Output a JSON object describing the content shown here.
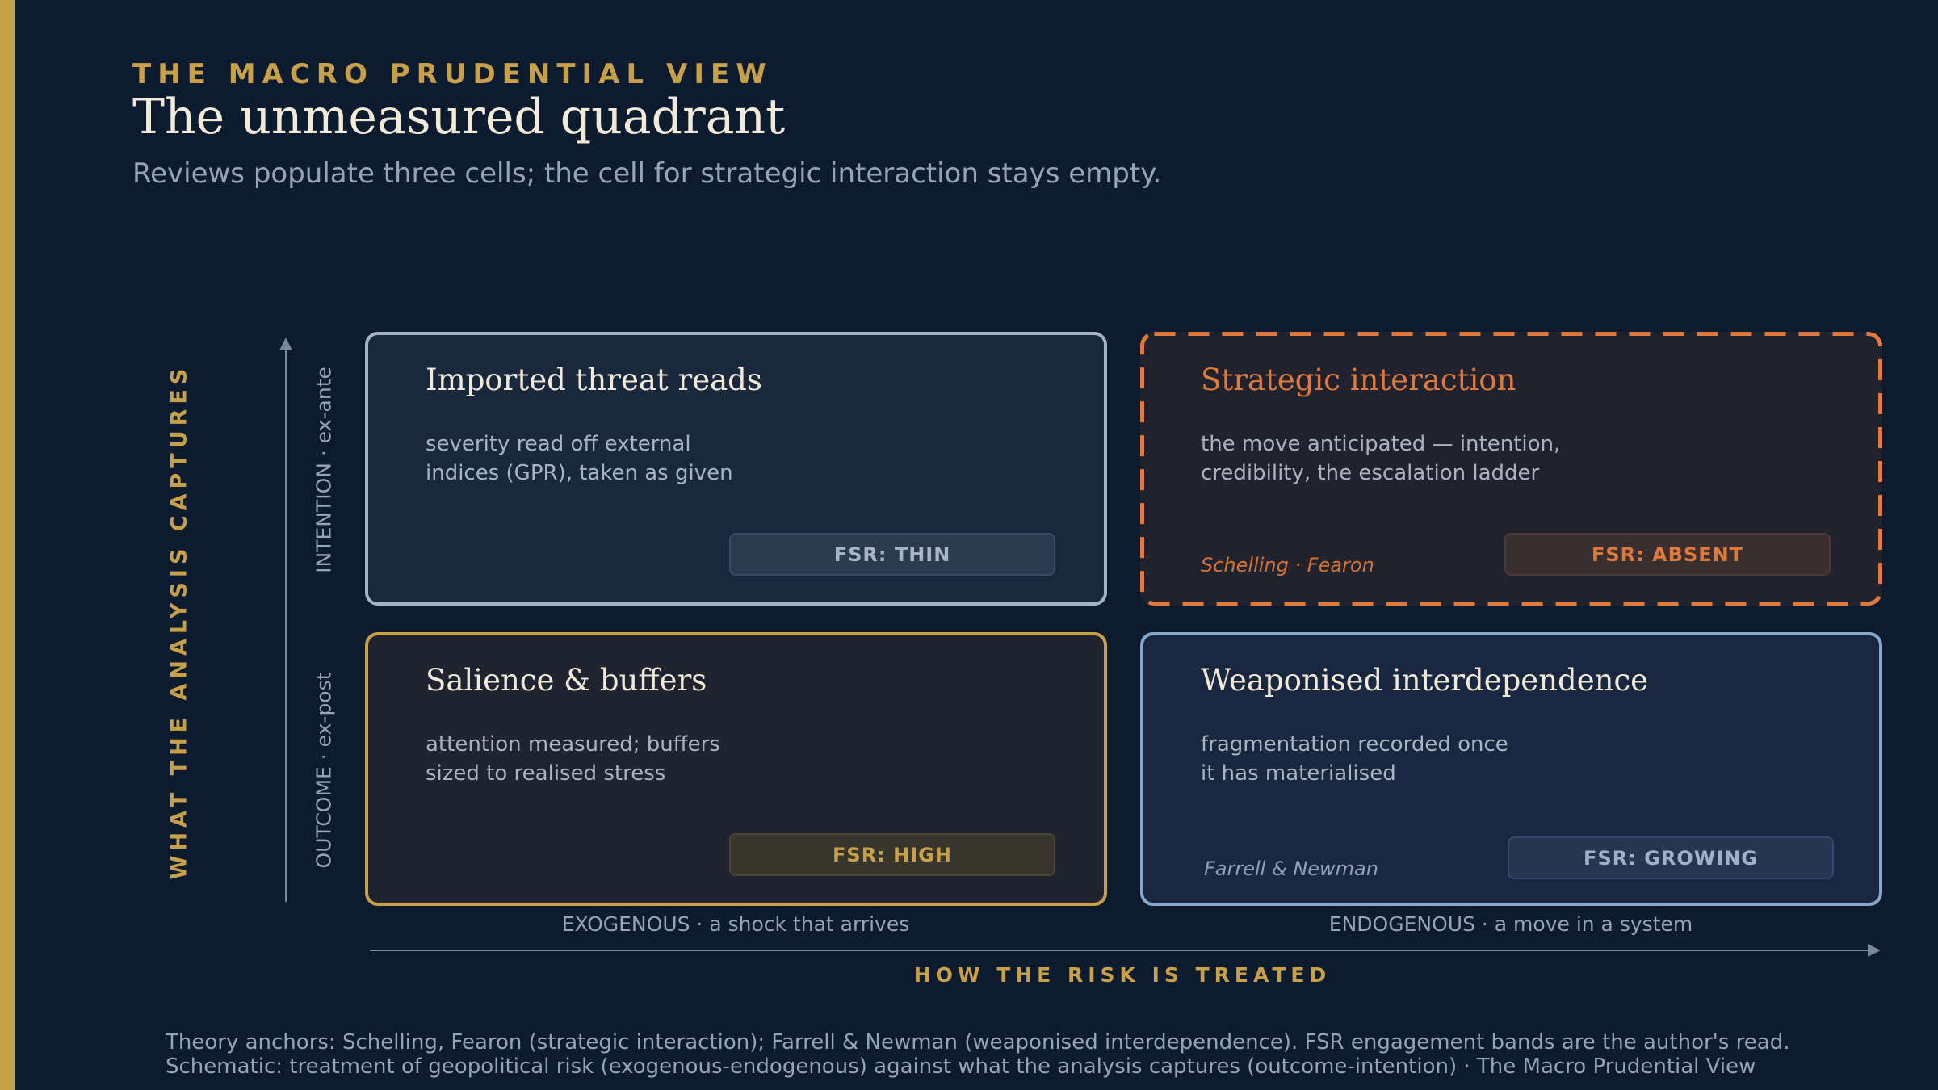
{
  "header": {
    "eyebrow": "THE MACRO PRUDENTIAL VIEW",
    "title": "The unmeasured quadrant",
    "subtitle": "Reviews populate three cells; the cell for strategic interaction stays empty."
  },
  "y_axis": {
    "title": "WHAT THE ANALYSIS CAPTURES",
    "top_label": "INTENTION · ex-ante",
    "bottom_label": "OUTCOME · ex-post"
  },
  "x_axis": {
    "title": "HOW THE RISK IS TREATED",
    "left_label": "EXOGENOUS · a shock that arrives",
    "right_label": "ENDOGENOUS · a move in a system"
  },
  "quadrants": {
    "top_left": {
      "title": "Imported threat reads",
      "body_line1": "severity read off external",
      "body_line2": "indices (GPR), taken as given",
      "badge": "FSR: THIN"
    },
    "top_right": {
      "title": "Strategic interaction",
      "body_line1": "the move anticipated — intention,",
      "body_line2": "credibility, the escalation ladder",
      "cite": "Schelling · Fearon",
      "badge": "FSR: ABSENT"
    },
    "bottom_left": {
      "title": "Salience & buffers",
      "body_line1": "attention measured; buffers",
      "body_line2": "sized to realised stress",
      "badge": "FSR: HIGH"
    },
    "bottom_right": {
      "title": "Weaponised interdependence",
      "body_line1": "fragmentation recorded once",
      "body_line2": "it has materialised",
      "cite": "Farrell & Newman",
      "badge": "FSR: GROWING"
    }
  },
  "footer": {
    "line1": "Theory anchors: Schelling, Fearon (strategic interaction); Farrell & Newman (weaponised interdependence). FSR engagement bands are the author's read.",
    "line2": "Schematic: treatment of geopolitical risk (exogenous-endogenous) against what the analysis captures (outcome-intention)  ·  The Macro Prudential View"
  },
  "colors": {
    "background": "#0d1b2e",
    "accent_gold": "#c9a04a",
    "highlight_orange": "#e07a3c",
    "text_light": "#f1ead8",
    "text_muted": "#98a4b6"
  }
}
